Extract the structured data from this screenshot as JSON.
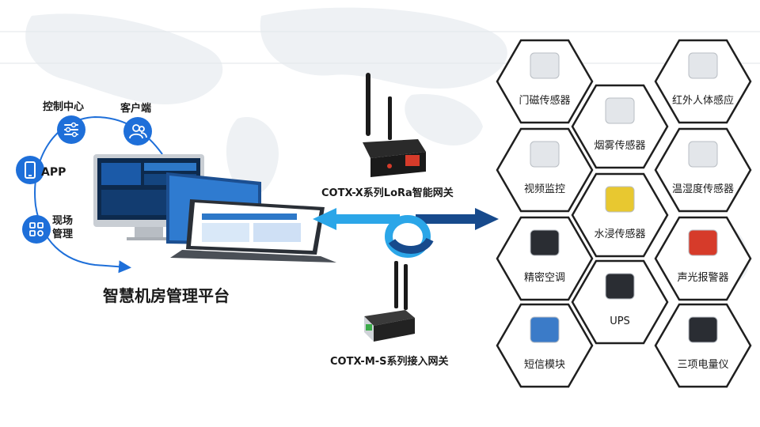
{
  "platform": {
    "title": "智慧机房管理平台",
    "clients": [
      {
        "id": "control",
        "label": "控制中心",
        "icon": "sliders-icon"
      },
      {
        "id": "client",
        "label": "客户端",
        "icon": "users-icon"
      },
      {
        "id": "app",
        "label": "APP",
        "icon": "phone-icon"
      },
      {
        "id": "site",
        "label": "现场\n管理",
        "icon": "grid-icon"
      }
    ]
  },
  "gateways": {
    "lora": "COTX-X系列LoRa智能网关",
    "access": "COTX-M-S系列接入网关"
  },
  "devices": [
    {
      "id": "door",
      "label": "门磁传感器"
    },
    {
      "id": "smoke",
      "label": "烟雾传感器"
    },
    {
      "id": "pir",
      "label": "红外人体感应"
    },
    {
      "id": "video",
      "label": "视频监控"
    },
    {
      "id": "temphum",
      "label": "温湿度传感器"
    },
    {
      "id": "water",
      "label": "水浸传感器"
    },
    {
      "id": "ac",
      "label": "精密空调"
    },
    {
      "id": "alarm",
      "label": "声光报警器"
    },
    {
      "id": "ups",
      "label": "UPS"
    },
    {
      "id": "sms",
      "label": "短信模块"
    },
    {
      "id": "meter",
      "label": "三项电量仪"
    }
  ],
  "colors": {
    "accent": "#1e6fd9",
    "arrow_light": "#2ba6e8",
    "arrow_dark": "#174a8c",
    "hex_border": "#1f1f1f"
  }
}
